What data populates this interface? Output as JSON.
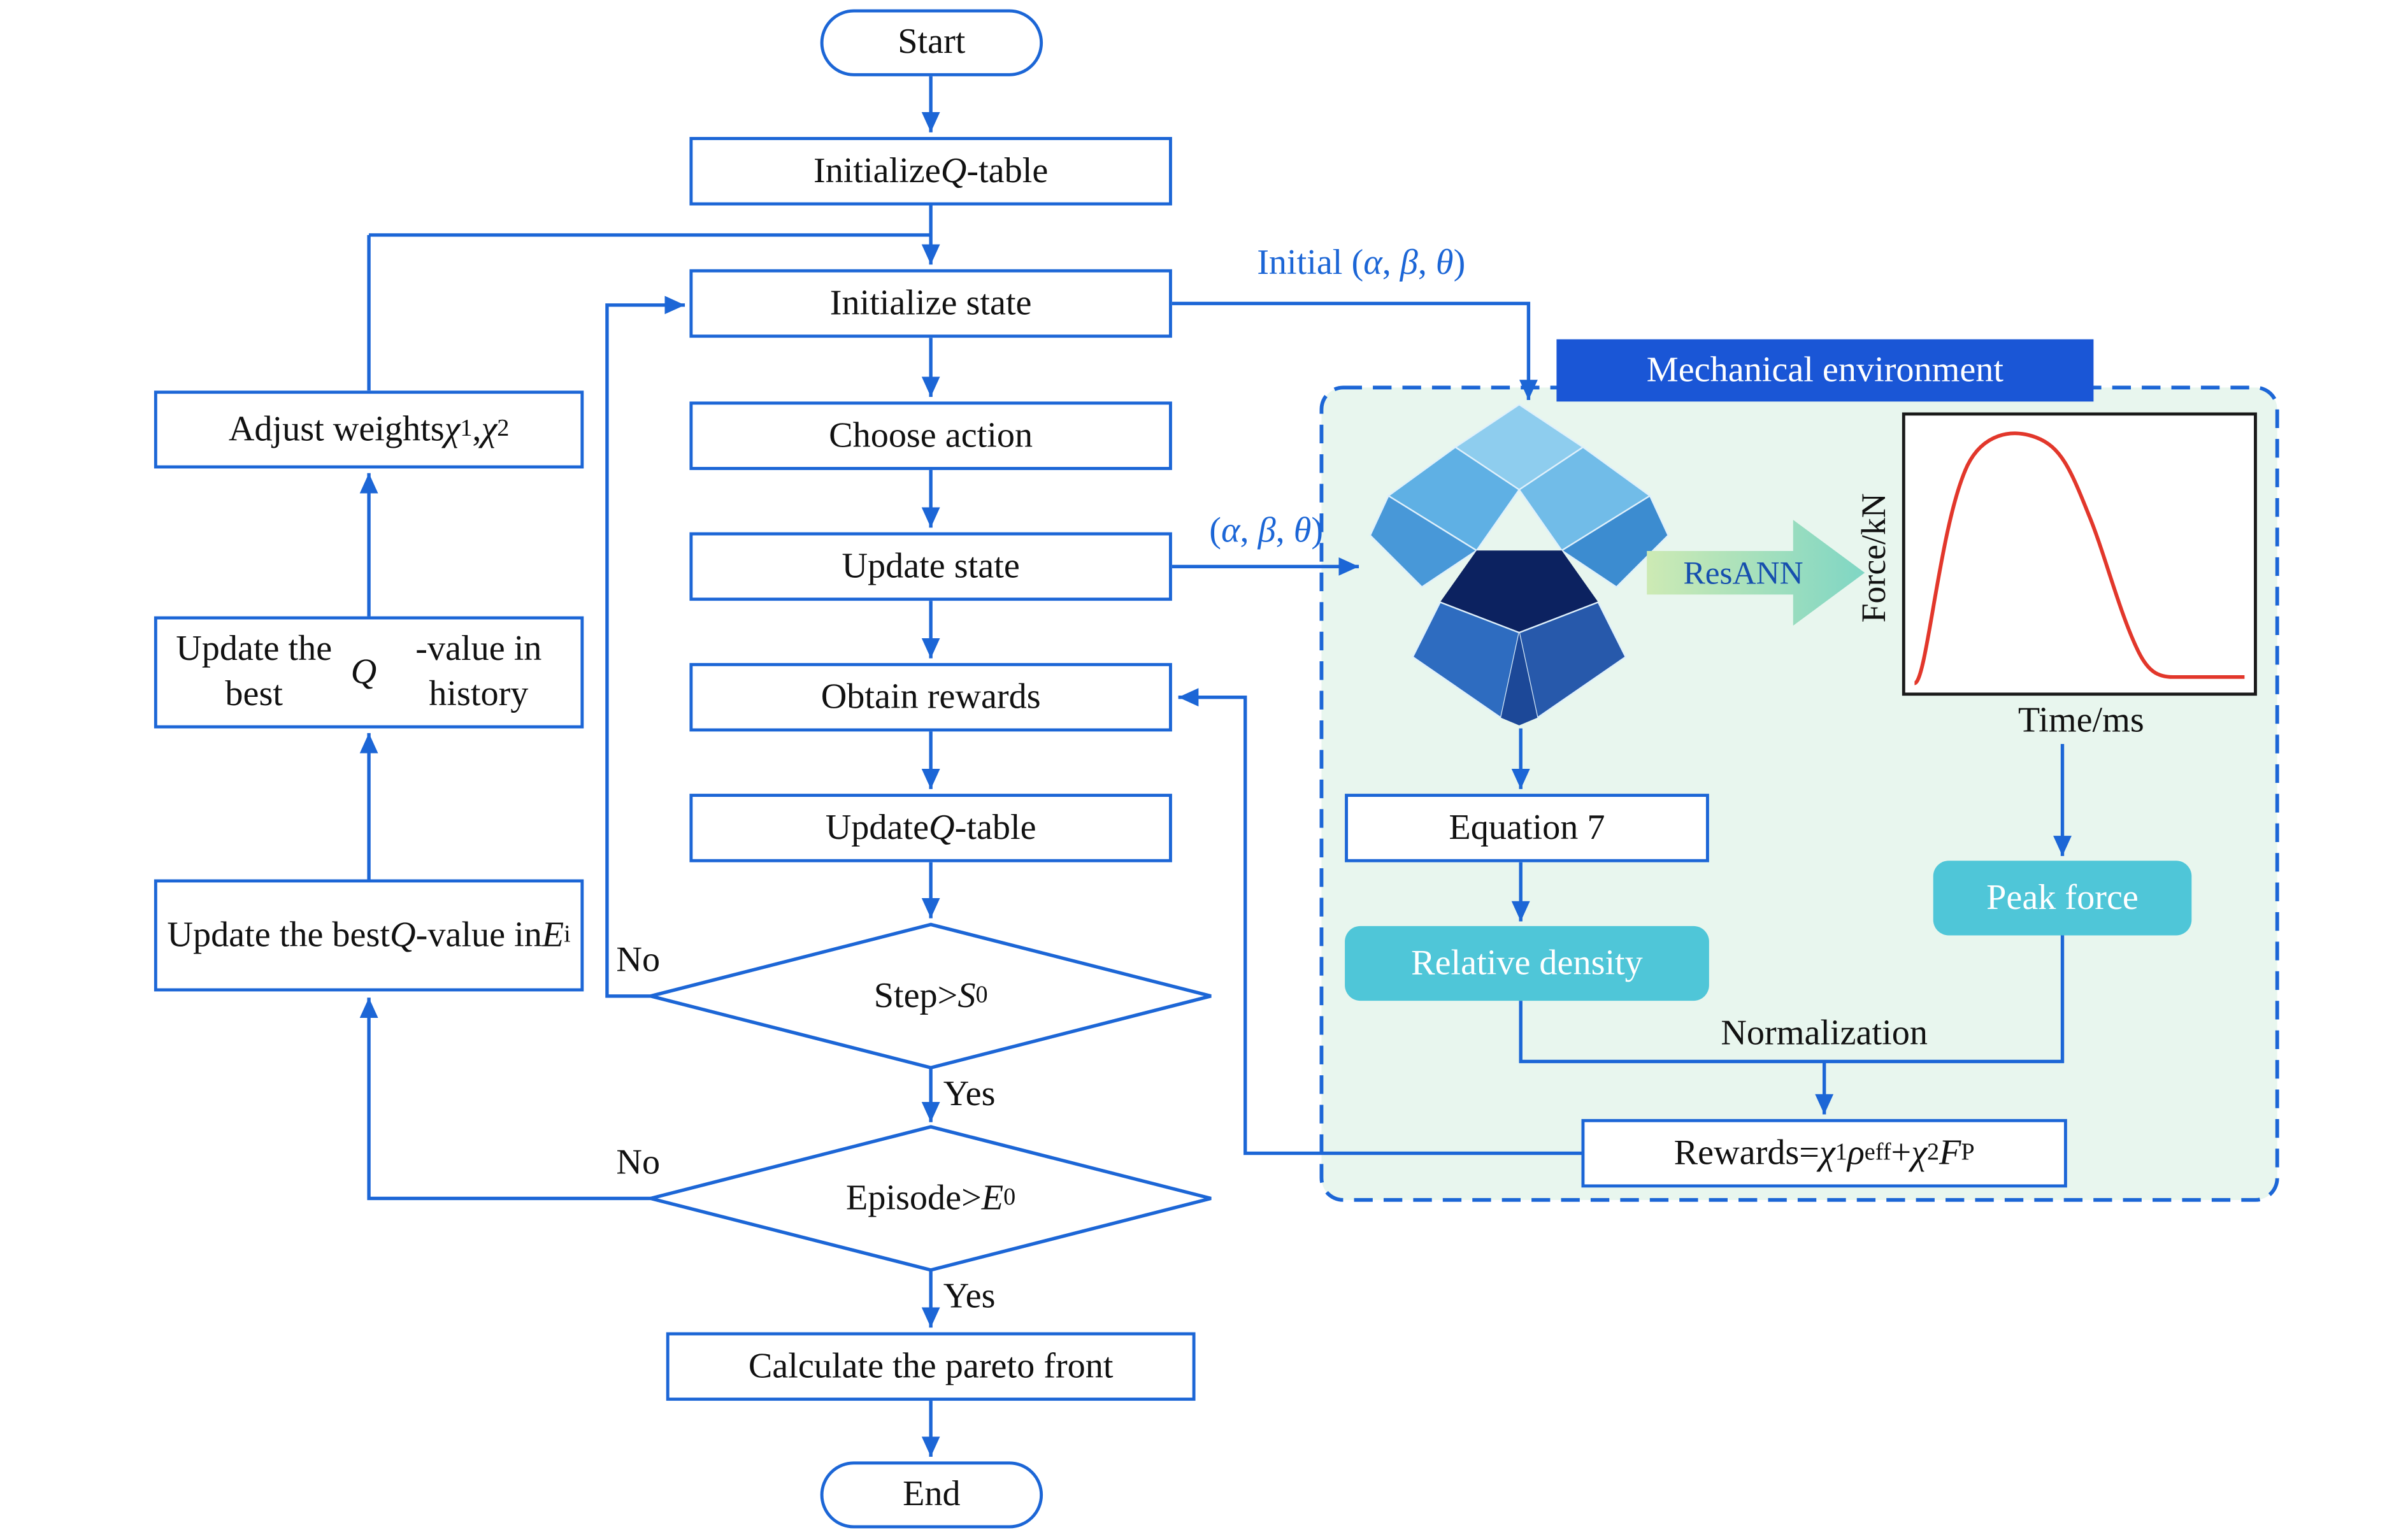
{
  "colors": {
    "accent_blue": "#1c66d6",
    "banner_blue": "#1a56d6",
    "panel_fill": "#e8f6ee",
    "cyan": "#4fc6d8",
    "curve_red": "#e2372b",
    "label_blue": "#1c66d6"
  },
  "flow": {
    "start": "Start",
    "initialize_qtable_html": "Initialize <i>Q</i>-table",
    "initialize_state": "Initialize state",
    "choose_action": "Choose action",
    "update_state": "Update state",
    "obtain_rewards": "Obtain rewards",
    "update_qtable_html": "Update <i>Q</i>-table",
    "step_decision_html": "Step><i>S</i><sub>0</sub>",
    "episode_decision_html": "Episode><i>E</i><sub>0</sub>",
    "calculate_pareto": "Calculate the pareto front",
    "end": "End",
    "adjust_weights_html": "Adjust weights <i>χ</i><sub>1</sub>, <i>χ</i><sub>2</sub>",
    "update_best_history_html": "Update the best<br><i>Q</i>-value in history",
    "update_best_ei_html": "Update the best<br><i>Q</i>-value in <i>E</i><sub>i</sub>"
  },
  "labels": {
    "initial_params_html": "Initial (<i>α</i>, <i>β</i>, <i>θ</i>)",
    "params_html": "(<i>α</i>, <i>β</i>, <i>θ</i>)",
    "step_no": "No",
    "step_yes": "Yes",
    "episode_no": "No",
    "episode_yes": "Yes",
    "normalization": "Normalization"
  },
  "environment": {
    "title": "Mechanical environment",
    "resann_label": "ResANN",
    "equation7": "Equation 7",
    "relative_density": "Relative density",
    "peak_force": "Peak force",
    "rewards_html": "Rewards=<i>χ</i><sub>1</sub><i>ρ</i><sub>eff</sub>+<i>χ</i><sub>2</sub><i>F</i><sub>P</sub>",
    "plot": {
      "ylabel": "Force/kN",
      "xlabel": "Time/ms"
    }
  }
}
